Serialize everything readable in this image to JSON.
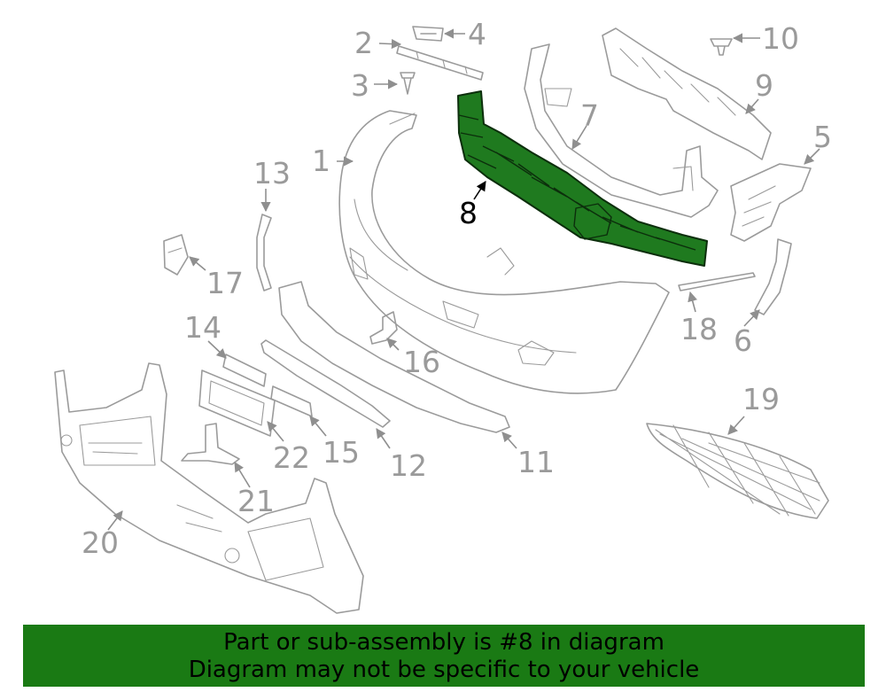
{
  "diagram": {
    "callouts": [
      "1",
      "2",
      "3",
      "4",
      "5",
      "6",
      "7",
      "8",
      "9",
      "10",
      "11",
      "12",
      "13",
      "14",
      "15",
      "16",
      "17",
      "18",
      "19",
      "20",
      "21",
      "22"
    ],
    "highlighted_part": "8",
    "colors": {
      "highlight": "#1f7a1f",
      "linework": "#9b9b9b",
      "banner": "#1a7a14"
    }
  },
  "banner": {
    "line1": "Part or sub-assembly is #8 in diagram",
    "line2": "Diagram may not be specific to your vehicle"
  }
}
